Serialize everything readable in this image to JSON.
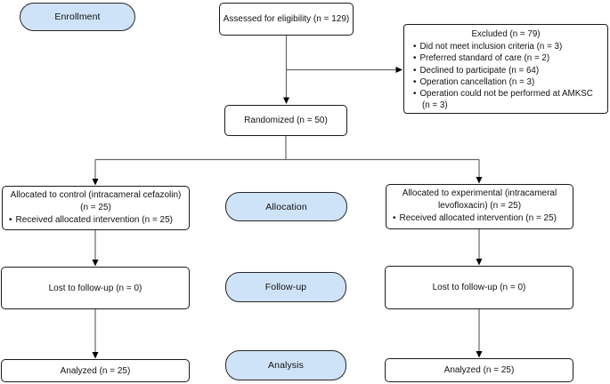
{
  "stages": {
    "enrollment": "Enrollment",
    "allocation": "Allocation",
    "follow_up": "Follow-up",
    "analysis": "Analysis"
  },
  "nodes": {
    "assessed": "Assessed for eligibility (n = 129)",
    "excluded": {
      "title": "Excluded (n = 79)",
      "items": [
        "Did not meet inclusion criteria (n = 3)",
        "Preferred standard of care (n = 2)",
        "Declined to participate (n = 64)",
        "Operation cancellation (n = 3)",
        "Operation could not be performed at AMKSC (n = 3)"
      ]
    },
    "randomized": "Randomized (n = 50)",
    "allocated_control": {
      "title": "Allocated to control (intracameral cefazolin) (n = 25)",
      "items": [
        "Received allocated intervention (n = 25)"
      ]
    },
    "allocated_experimental": {
      "title": "Allocated to experimental (intracameral levofloxacin) (n = 25)",
      "items": [
        "Received allocated intervention (n = 25)"
      ]
    },
    "lost_control": "Lost to follow-up (n = 0)",
    "lost_experimental": "Lost to follow-up (n = 0)",
    "analyzed_control": "Analyzed (n = 25)",
    "analyzed_experimental": "Analyzed (n = 25)"
  },
  "colors": {
    "stage_fill": "#cfe3f8",
    "box_fill": "#ffffff",
    "box_border": "#1a1a1a",
    "connector": "#666666",
    "arrowhead": "#000000"
  }
}
